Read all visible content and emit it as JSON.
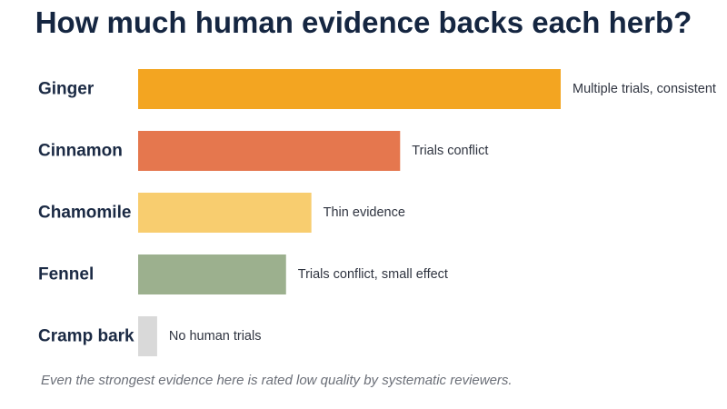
{
  "chart_data": {
    "type": "bar",
    "orientation": "horizontal",
    "title": "How much human evidence backs each herb?",
    "categories": [
      "Ginger",
      "Cinnamon",
      "Chamomile",
      "Fennel",
      "Cramp bark"
    ],
    "values": [
      100,
      62,
      41,
      35,
      4.5
    ],
    "data_labels": [
      "Multiple trials, consistent",
      "Trials conflict",
      "Thin evidence",
      "Trials conflict, small effect",
      "No human trials"
    ],
    "colors": [
      "#f3a521",
      "#e5774e",
      "#f8cd6f",
      "#9cb08e",
      "#d9d9d9"
    ],
    "xlim": [
      0,
      100
    ],
    "grid": false,
    "axes_visible": false,
    "footnote": "Even the strongest evidence here is rated low quality by systematic reviewers."
  }
}
